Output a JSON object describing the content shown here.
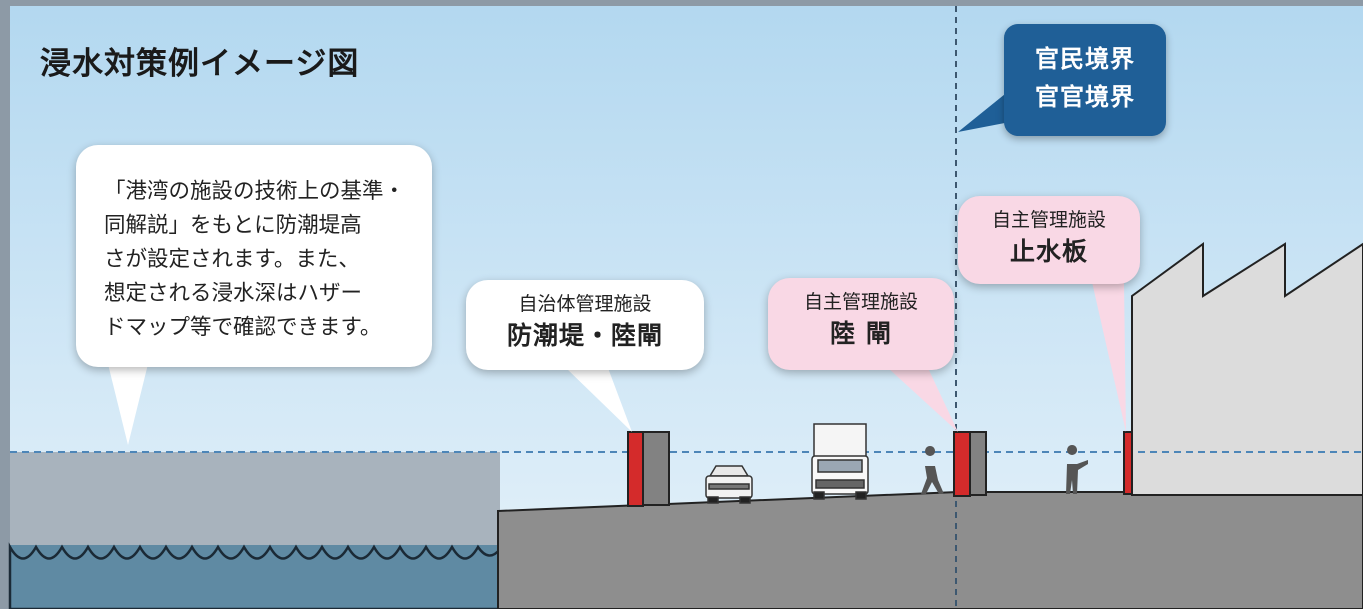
{
  "title": "浸水対策例イメージ図",
  "note": {
    "lines": [
      "「港湾の施設の技術上の基準・",
      "同解説」をもとに防潮堤高",
      "さが設定されます。また、",
      "想定される浸水深はハザー",
      "ドマップ等で確認できます。"
    ]
  },
  "callouts": {
    "municipal": {
      "category": "自治体管理施設",
      "facility": "防潮堤・陸閘"
    },
    "private_gate": {
      "category": "自主管理施設",
      "facility": "陸 閘"
    },
    "private_board": {
      "category": "自主管理施設",
      "facility": "止水板"
    }
  },
  "boundary": {
    "line1": "官民境界",
    "line2": "官官境界"
  },
  "colors": {
    "sky_top": "#b9dcf2",
    "sky_bottom": "#e3f1fa",
    "sea": "#a7b2bc",
    "sea_deep": "#5e8aa4",
    "ground": "#8e8e8e",
    "flood_line": "#4d86b8",
    "wall_red": "#d42b2b",
    "wall_gray": "#828282",
    "boundary_blue": "#1f5f97",
    "callout_pink": "#f9d8e5"
  }
}
